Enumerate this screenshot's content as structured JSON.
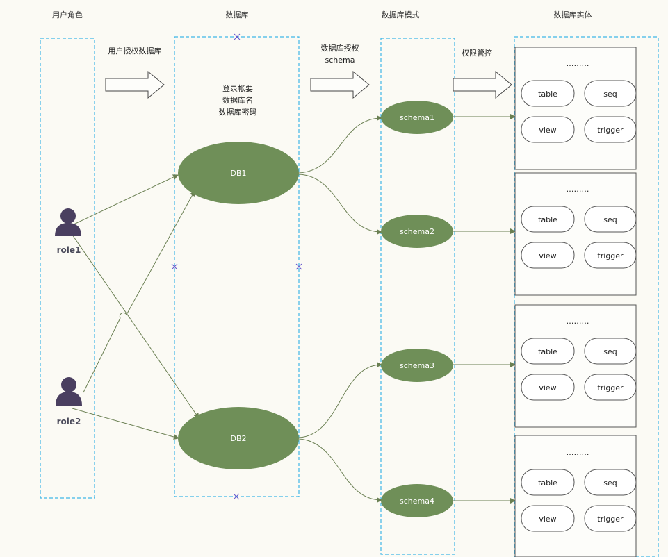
{
  "columns": {
    "roles": "用户角色",
    "databases": "数据库",
    "schemas": "数据库模式",
    "entities": "数据库实体"
  },
  "arrows": {
    "user_grant_db": "用户授权数据库",
    "db_grant_schema_line1": "数据库授权",
    "db_grant_schema_line2": "schema",
    "permission_control": "权限管控"
  },
  "db_notes": [
    "登录帐要",
    "数据库名",
    "数据库密码"
  ],
  "roles": [
    "role1",
    "role2"
  ],
  "databases": [
    "DB1",
    "DB2"
  ],
  "schemas": [
    "schema1",
    "schema2",
    "schema3",
    "schema4"
  ],
  "entity_groups": [
    {
      "ellipsis": "………",
      "items": [
        "table",
        "seq",
        "view",
        "trigger"
      ]
    },
    {
      "ellipsis": "………",
      "items": [
        "table",
        "seq",
        "view",
        "trigger"
      ]
    },
    {
      "ellipsis": "………",
      "items": [
        "table",
        "seq",
        "view",
        "trigger"
      ]
    },
    {
      "ellipsis": "………",
      "items": [
        "table",
        "seq",
        "view",
        "trigger"
      ]
    }
  ],
  "colors": {
    "node_green": "#6f8f58",
    "edge_green": "#6a7f52",
    "dashed_blue": "#3fb6e6",
    "person": "#4a3f60",
    "marker": "#6655cc"
  }
}
